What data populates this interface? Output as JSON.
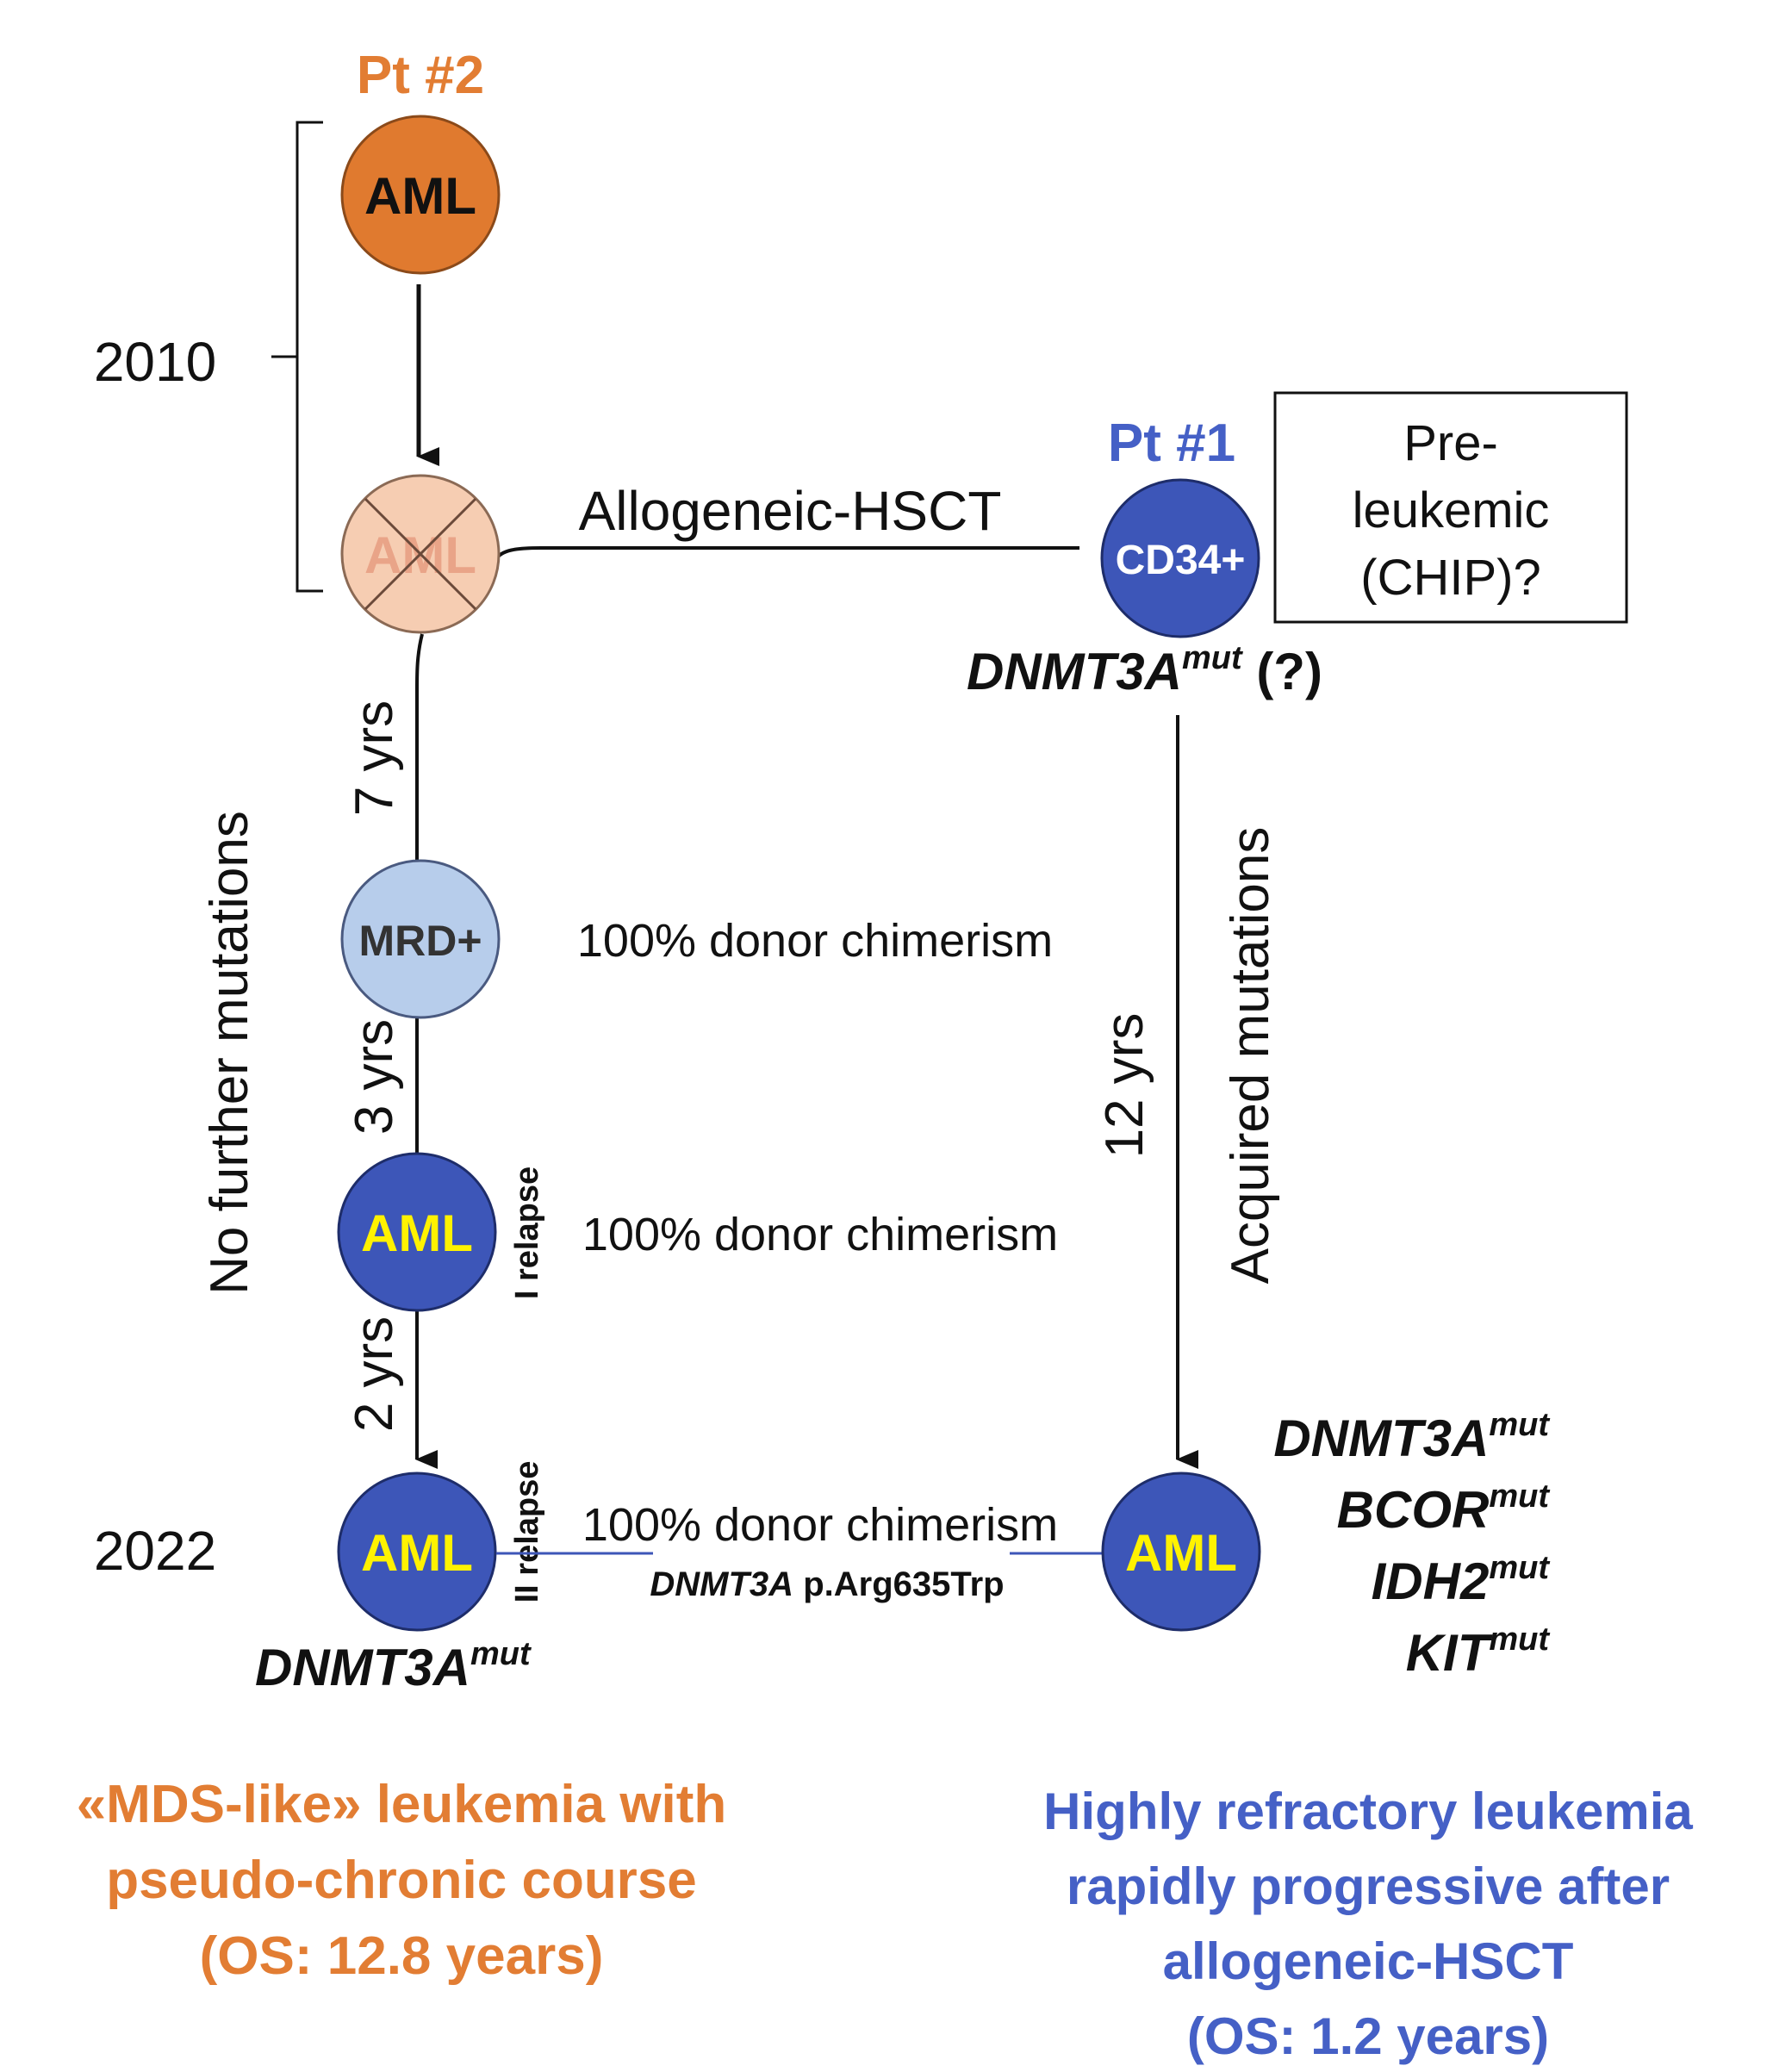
{
  "colors": {
    "orange": "#E07A2F",
    "orange_text": "#E27D33",
    "pale_orange": "#F6CDB2",
    "blue": "#3D56B8",
    "blue_text": "#4560C6",
    "light_blue": "#B7CDEB",
    "yellow": "#FFF200",
    "black": "#111111"
  },
  "timeline": {
    "start_year": "2010",
    "end_year": "2022"
  },
  "patient2": {
    "label": "Pt #2",
    "nodes": {
      "initial": "AML",
      "ablated": "AML",
      "mrd": "MRD+",
      "relapse1": "AML",
      "relapse2": "AML"
    },
    "intervals": {
      "to_mrd": "7 yrs",
      "to_relapse1": "3 yrs",
      "to_relapse2": "2 yrs"
    },
    "relapse_labels": {
      "first": "I relapse",
      "second": "II relapse"
    },
    "side_note": "No further mutations",
    "final_mutation": {
      "gene": "DNMT3A",
      "suffix": "mut"
    },
    "summary": [
      "«MDS-like» leukemia with",
      "pseudo-chronic course",
      "(OS: 12.8 years)"
    ]
  },
  "patient1": {
    "label": "Pt #1",
    "donor_node": "CD34+",
    "box_text": [
      "Pre-",
      "leukemic",
      "(CHIP)?"
    ],
    "donor_mutation": {
      "gene": "DNMT3A",
      "suffix": "mut",
      "note": "(?)"
    },
    "interval": "12 yrs",
    "side_note": "Acquired mutations",
    "final_node": "AML",
    "final_mutations": [
      {
        "gene": "DNMT3A",
        "suffix": "mut"
      },
      {
        "gene": "BCOR",
        "suffix": "mut"
      },
      {
        "gene": "IDH2",
        "suffix": "mut"
      },
      {
        "gene": "KIT",
        "suffix": "mut"
      }
    ],
    "summary": [
      "Highly refractory leukemia",
      "rapidly progressive after",
      "allogeneic-HSCT",
      "(OS: 1.2 years)"
    ]
  },
  "transplant_label": "Allogeneic-HSCT",
  "chimerism": {
    "mrd": "100% donor chimerism",
    "relapse1": "100% donor chimerism",
    "relapse2": "100% donor chimerism"
  },
  "shared_variant": {
    "gene": "DNMT3A",
    "change": "p.Arg635Trp"
  }
}
